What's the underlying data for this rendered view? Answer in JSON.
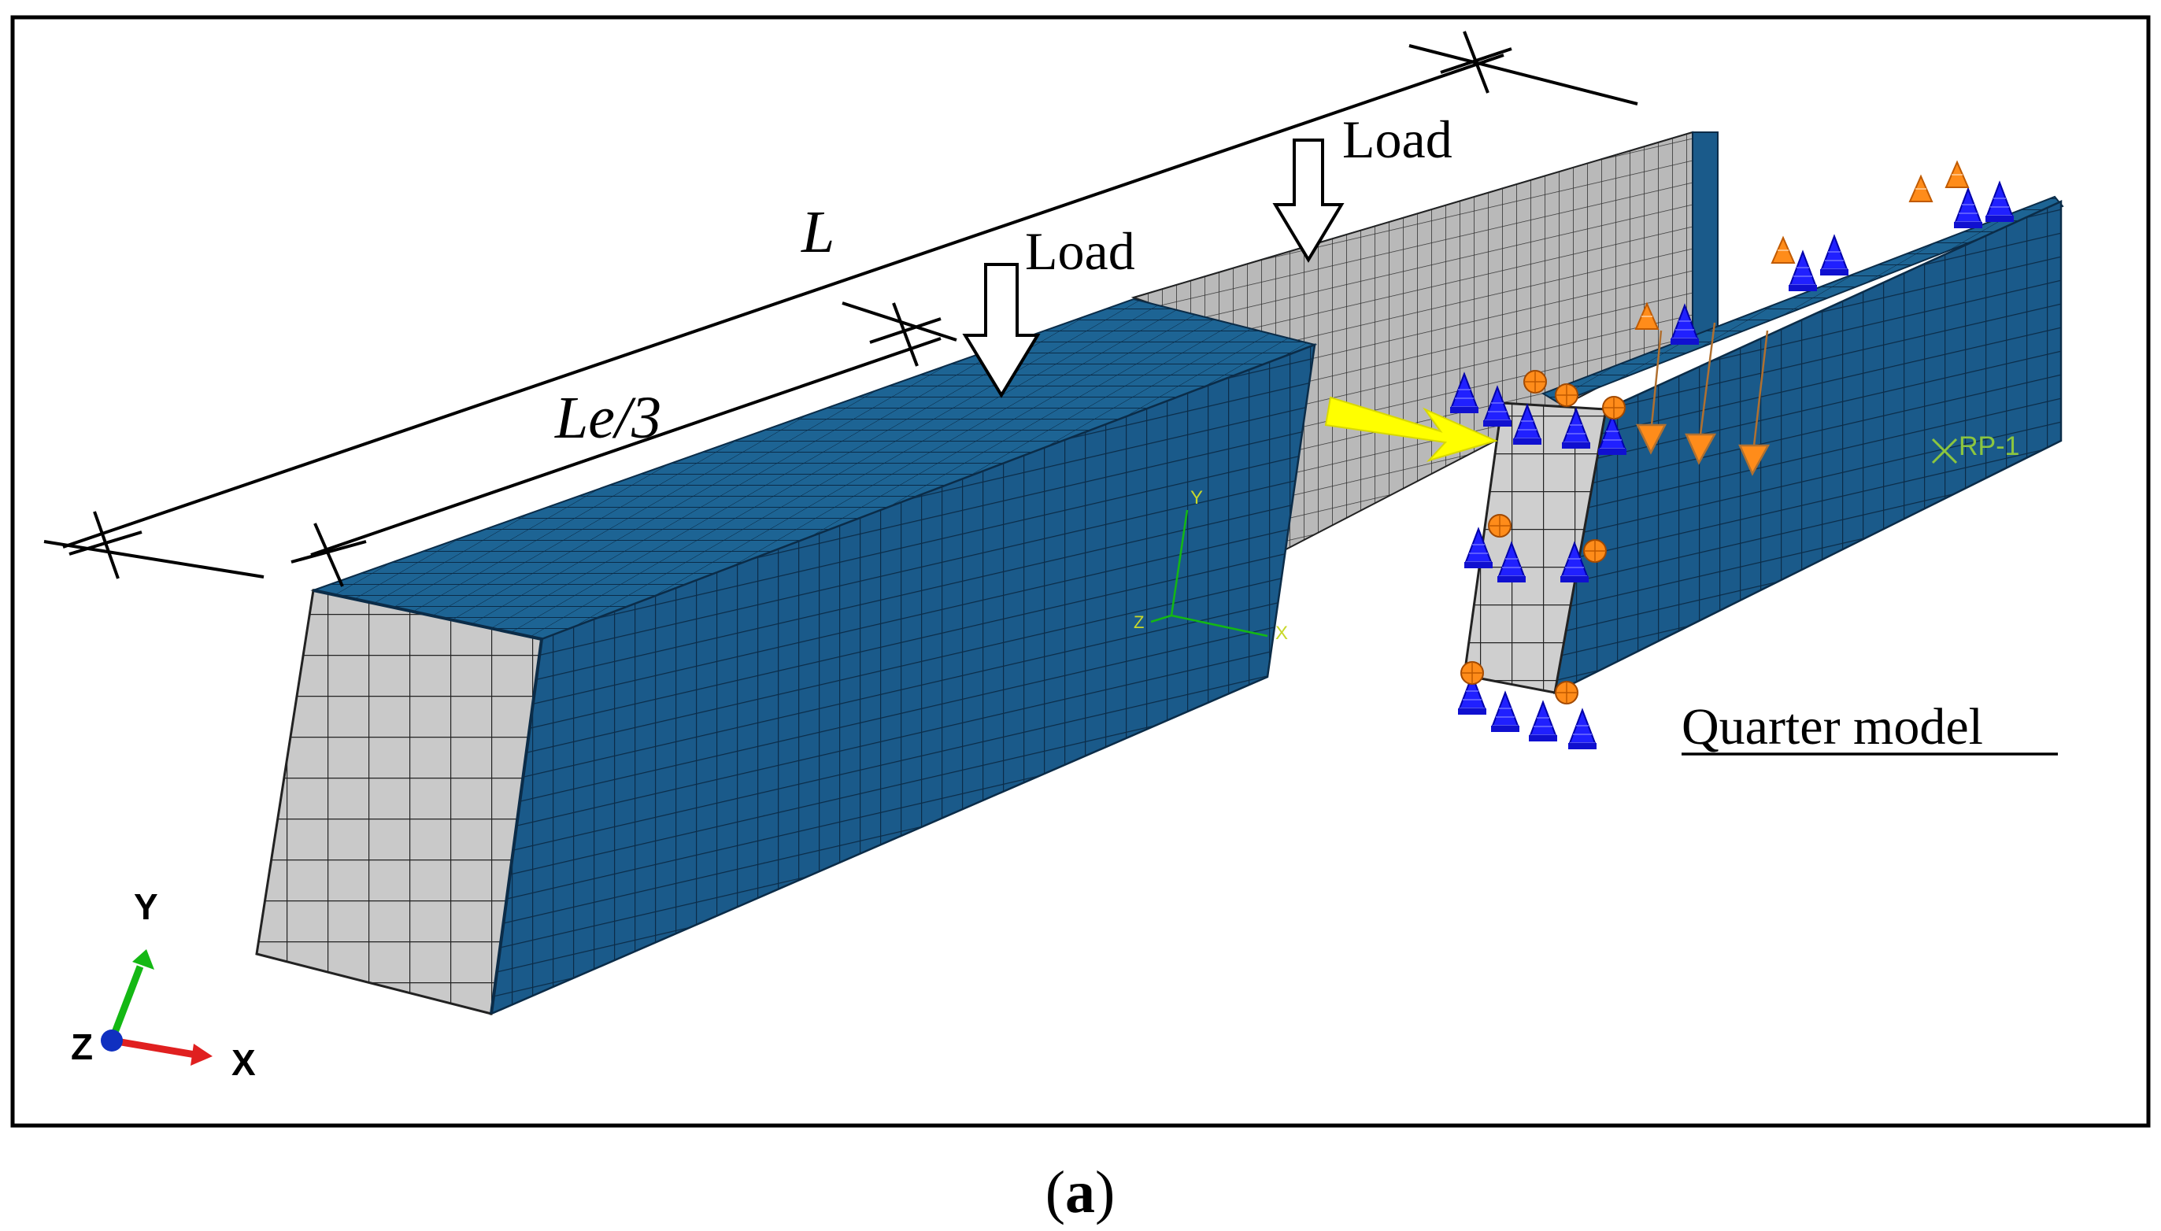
{
  "figure": {
    "label_L": "L",
    "label_le3": "Le/3",
    "load_1": "Load",
    "load_2": "Load",
    "rp_label": "RP-1",
    "quarter_model": "Quarter model",
    "caption_open": "(",
    "caption_letter": "a",
    "caption_close": ")",
    "global_triad": {
      "y": "Y",
      "x": "X",
      "z": "Z"
    },
    "local_triad": {
      "y": "Y",
      "x": "X",
      "z": "Z"
    }
  },
  "colors": {
    "mesh_blue": "#1a5a8a",
    "mesh_blue_dark": "#0f3f66",
    "mesh_gray": "#c4c4c4",
    "mesh_line": "#2a2a2a",
    "bc_blue": "#1a1aff",
    "bc_orange": "#ff8c1a",
    "arrow_yellow": "#ffff00",
    "rp_green": "#8cc63f",
    "axis_green": "#14b814",
    "axis_red": "#e02020",
    "axis_blue": "#1030c0"
  },
  "icons": {
    "load_arrow": "hollow-down-arrow-icon",
    "dimension_tick": "cross-tick-icon",
    "boundary_condition": "cone-constraint-icon",
    "reference_point": "x-marker-icon"
  }
}
